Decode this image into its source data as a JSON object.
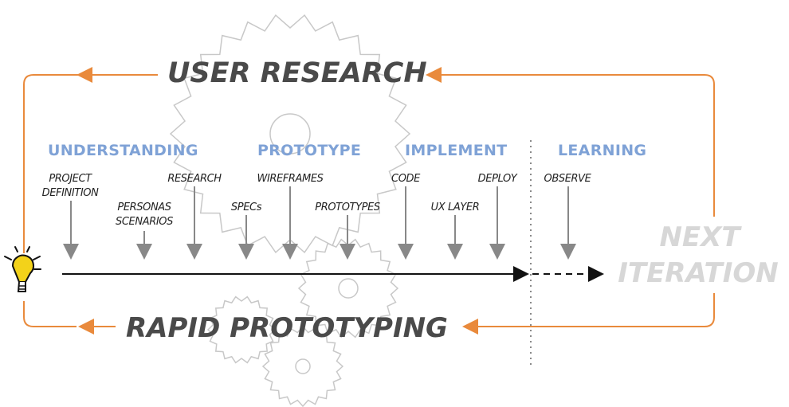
{
  "titles": {
    "top": "USER RESEARCH",
    "bottom": "RAPID PROTOTYPING",
    "next_line1": "NEXT",
    "next_line2": "ITERATION"
  },
  "phases": [
    "UNDERSTANDING",
    "PROTOTYPE",
    "IMPLEMENT",
    "LEARNING"
  ],
  "tasks": {
    "project_definition_1": "PROJECT",
    "project_definition_2": "DEFINITION",
    "personas_1": "PERSONAS",
    "personas_2": "SCENARIOS",
    "research": "RESEARCH",
    "specs": "SPECs",
    "wireframes": "WIREFRAMES",
    "prototypes": "PROTOTYPES",
    "code": "CODE",
    "ux_layer": "UX LAYER",
    "deploy": "DEPLOY",
    "observe": "OBSERVE"
  },
  "colors": {
    "loop": "#e98a3c",
    "phase": "#7fa2d6",
    "arrow": "#888888",
    "gear": "#c8c8c8",
    "bulb": "#f3d21a"
  },
  "icons": [
    "lightbulb-icon",
    "gear-icon"
  ]
}
